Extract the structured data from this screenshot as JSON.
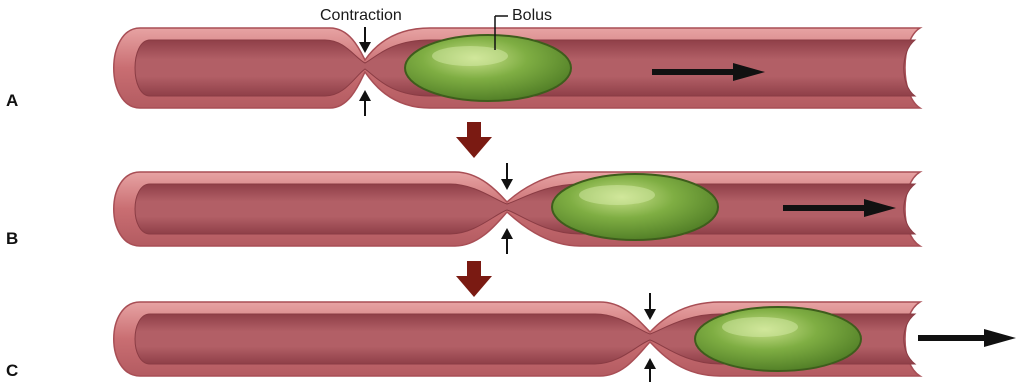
{
  "labels": {
    "contraction": "Contraction",
    "bolus": "Bolus"
  },
  "stages": [
    {
      "id": "A",
      "label": "A"
    },
    {
      "id": "B",
      "label": "B"
    },
    {
      "id": "C",
      "label": "C"
    }
  ],
  "colors": {
    "wall": "#c96e72",
    "wall_edge": "#a84e55",
    "lumen": "#a5545c",
    "bolus": "#6f9a37",
    "bolus_edge": "#3e5d1c",
    "step_arrow": "#7a1a12",
    "direction_arrow": "#111111"
  }
}
